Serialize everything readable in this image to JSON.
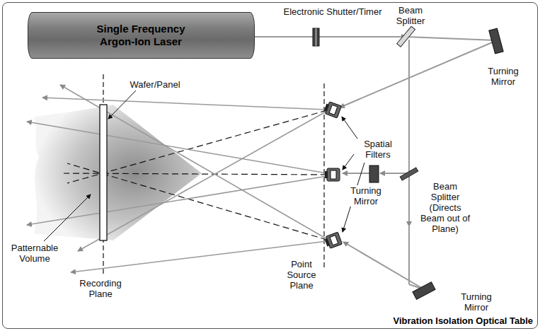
{
  "diagram": {
    "nodes": [
      {
        "text": [
          "Vibration Isolation Optical Table"
        ]
      },
      {
        "text": [
          "Single Frequency Argon-Ion Laser"
        ],
        "in": 0
      }
    ],
    "labels": [
      "Electronic Shutter/Timer",
      "Beam Splitter",
      "Turning Mirror",
      "Wafer/Panel",
      "Spatial Filters",
      "Turning Mirror",
      "Beam Splitter (Directs Beam out of Plane)",
      "Turning Mirror",
      "Patternable Volume",
      "Recording Plane",
      "Point Source Plane"
    ]
  }
}
